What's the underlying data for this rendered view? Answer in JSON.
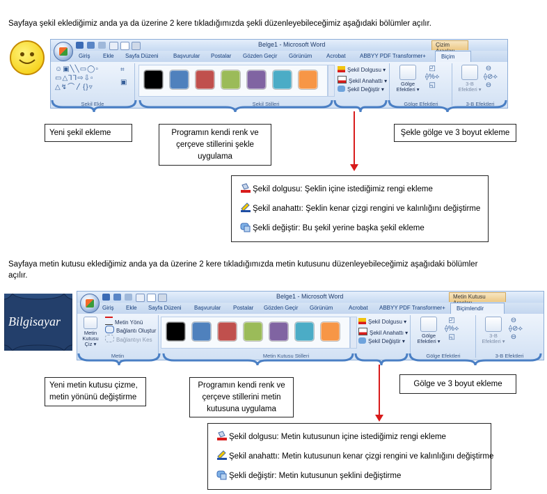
{
  "section1": {
    "intro": "Sayfaya şekil eklediğimiz anda ya da üzerine 2 kere tıkladığımızda şekli düzenleyebileceğimiz aşağıdaki bölümler açılır.",
    "ribbon": {
      "title": "Belge1 - Microsoft Word",
      "context_tab": "Çizim Araçları",
      "tabs": [
        "Giriş",
        "Ekle",
        "Sayfa Düzeni",
        "Başvurular",
        "Postalar",
        "Gözden Geçir",
        "Görünüm",
        "Acrobat",
        "ABBYY PDF Transformer+"
      ],
      "active_tab": "Biçim",
      "groups": {
        "insert_shapes": "Şekil Ekle",
        "shape_styles": "Şekil Stilleri",
        "shadow_effects": "Gölge Efektleri",
        "three_d_effects": "3-B Efektleri"
      },
      "commands": {
        "fill": "Şekil Dolgusu",
        "outline": "Şekil Anahattı",
        "change": "Şekil Değiştir",
        "shadow_btn_line1": "Gölge",
        "shadow_btn_line2": "Efektleri",
        "three_d_line1": "3-B",
        "three_d_line2": "Efektleri"
      }
    },
    "callouts": {
      "left": "Yeni şekil ekleme",
      "middle_line1": "Programın kendi renk ve",
      "middle_line2": "çerçeve stillerini şekle",
      "middle_line3": "uygulama",
      "right": "Şekle gölge ve 3 boyut ekleme"
    },
    "details": {
      "fill": "Şekil dolgusu: Şeklin içine istediğimiz rengi ekleme",
      "outline": "Şekil anahattı: Şeklin kenar çizgi rengini ve kalınlığını değiştirme",
      "change": "Şekli değiştir: Bu şekil yerine başka şekil ekleme"
    }
  },
  "section2": {
    "intro_line1": "Sayfaya metin kutusu eklediğimiz anda ya da üzerine 2 kere tıkladığımızda metin kutusunu düzenleyebileceğimiz aşağıdaki bölümler",
    "intro_line2": "açılır.",
    "banner": "Bilgisayar",
    "ribbon": {
      "title": "Belge1 - Microsoft Word",
      "context_tab": "Metin Kutusu Araçları",
      "tabs": [
        "Giriş",
        "Ekle",
        "Sayfa Düzeni",
        "Başvurular",
        "Postalar",
        "Gözden Geçir",
        "Görünüm",
        "Acrobat",
        "ABBYY PDF Transformer+"
      ],
      "active_tab": "Biçimlendir",
      "groups": {
        "text": "Metin",
        "text_box_styles": "Metin Kutusu Stilleri",
        "shadow_effects": "Gölge Efektleri",
        "three_d_effects": "3-B Efektleri"
      },
      "commands": {
        "draw_line1": "Metin",
        "draw_line2": "Kutusu Çiz",
        "direction": "Metin Yönü",
        "create_link": "Bağlantı Oluştur",
        "break_link": "Bağlantıyı Kes",
        "fill": "Şekil Dolgusu",
        "outline": "Şekil Anahattı",
        "change": "Şekil Değiştir",
        "shadow_btn_line1": "Gölge",
        "shadow_btn_line2": "Efektleri",
        "three_d_line1": "3-B",
        "three_d_line2": "Efektleri"
      }
    },
    "callouts": {
      "left_line1": "Yeni metin kutusu çizme,",
      "left_line2": "metin yönünü değiştirme",
      "middle_line1": "Programın kendi renk ve",
      "middle_line2": "çerçeve stillerini metin",
      "middle_line3": "kutusuna uygulama",
      "right": "Gölge ve 3 boyut ekleme"
    },
    "details": {
      "fill": "Şekil dolgusu: Metin kutusunun içine istediğimiz rengi ekleme",
      "outline": "Şekil anahattı: Metin kutusunun kenar çizgi rengini ve kalınlığını değiştirme",
      "change": "Şekli değiştir: Metin kutusunun şeklini değiştirme"
    }
  },
  "swatch_colors": [
    "#000000",
    "#4f81bd",
    "#c0504d",
    "#9bbb59",
    "#8064a2",
    "#4bacc6",
    "#f79646"
  ],
  "accent_colors": {
    "arrow": "#d81b1b",
    "brace": "#4a7fc4",
    "ribbon_border": "#8eaed8"
  }
}
